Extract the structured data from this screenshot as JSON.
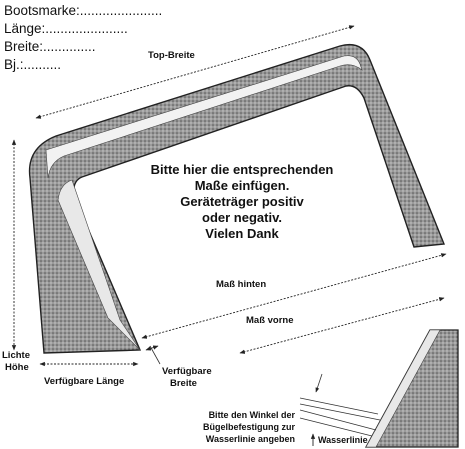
{
  "form": {
    "brand": "Bootsmarke:......................",
    "length": "Länge:......................",
    "width": "Breite:..............",
    "year": "Bj.:.........."
  },
  "dimensions": {
    "top_width": "Top-Breite",
    "rear": "Maß hinten",
    "front": "Maß vorne",
    "clear_height_1": "Lichte",
    "clear_height_2": "Höhe",
    "available_length": "Verfügbare Länge",
    "available_width_1": "Verfügbare",
    "available_width_2": "Breite"
  },
  "instructions": {
    "lines": [
      "Bitte hier die entsprechenden",
      "Maße einfügen.",
      "Geräteträger positiv",
      "oder negativ.",
      "Vielen Dank"
    ]
  },
  "angle_note": {
    "lines": [
      "Bitte den Winkel der",
      "Bügelbefestigung zur",
      "Wasserlinie angeben"
    ],
    "waterline": "Wasserlinie"
  },
  "colors": {
    "stroke": "#222222",
    "fill": "#8a8a8a"
  }
}
